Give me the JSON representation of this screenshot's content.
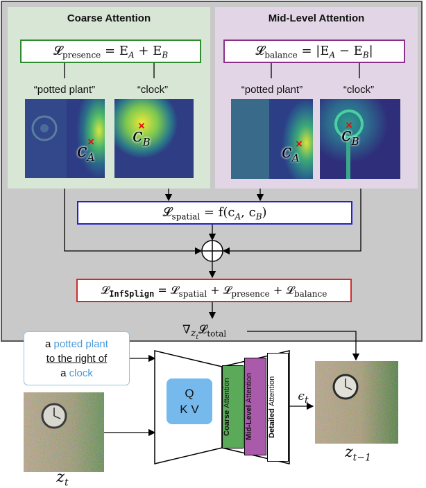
{
  "coarse_panel": {
    "title": "Coarse Attention",
    "equation": {
      "lhs": "𝓛",
      "sub": "presence",
      "rhs": "= E",
      "a": "A",
      "plus": " + E",
      "b": "B"
    },
    "words": [
      "“potted plant”",
      "“clock”"
    ],
    "centroids": {
      "a": "c",
      "a_sub": "A",
      "b": "c",
      "b_sub": "B"
    }
  },
  "mid_panel": {
    "title": "Mid-Level Attention",
    "equation": {
      "lhs": "𝓛",
      "sub": "balance",
      "rhs": "= |E",
      "a": "A",
      "minus": " − E",
      "b": "B",
      "end": "|"
    },
    "words": [
      "“potted plant”",
      "“clock”"
    ],
    "centroids": {
      "a": "c",
      "a_sub": "A",
      "b": "c",
      "b_sub": "B"
    }
  },
  "spatial_box": {
    "lhs": "𝓛",
    "sub": "spatial",
    "rhs": "= f(c",
    "a": "A",
    "sep": ", c",
    "b": "B",
    "end": ")"
  },
  "infsplign_box": {
    "lhs": "𝓛",
    "sub": "InfSplign",
    "eq": " = ",
    "t1": "𝓛",
    "t1_sub": "spatial",
    "plus1": " + ",
    "t2": "𝓛",
    "t2_sub": "presence",
    "plus2": " + ",
    "t3": "𝓛",
    "t3_sub": "balance"
  },
  "gradient": {
    "nabla": "∇",
    "z": "z",
    "t": "t",
    "l": "𝓛",
    "sub": "total"
  },
  "prompt": {
    "line1_a": "a ",
    "line1_b": "potted plant",
    "line2": "to the right of",
    "line3_a": "a ",
    "line3_b": "clock"
  },
  "unet": {
    "q": "Q",
    "kv": "K V",
    "bars": [
      {
        "bold": "Coarse",
        "rest": "Attention",
        "color": "#5aaa5a"
      },
      {
        "bold": "Mid-Level",
        "rest": "Attention",
        "color": "#aa5aaa"
      },
      {
        "bold": "Detailed",
        "rest": "Attention",
        "color": "#ffffff"
      }
    ]
  },
  "labels": {
    "z_in": "z",
    "z_in_sub": "t",
    "z_out": "z",
    "z_out_sub": "t−1",
    "eps": "ϵ",
    "eps_sub": "t"
  },
  "colors": {
    "presence_border": "#2e8b2e",
    "balance_border": "#8b2e8b",
    "spatial_border": "#2222cc",
    "infsplign_border": "#d62a2a"
  }
}
